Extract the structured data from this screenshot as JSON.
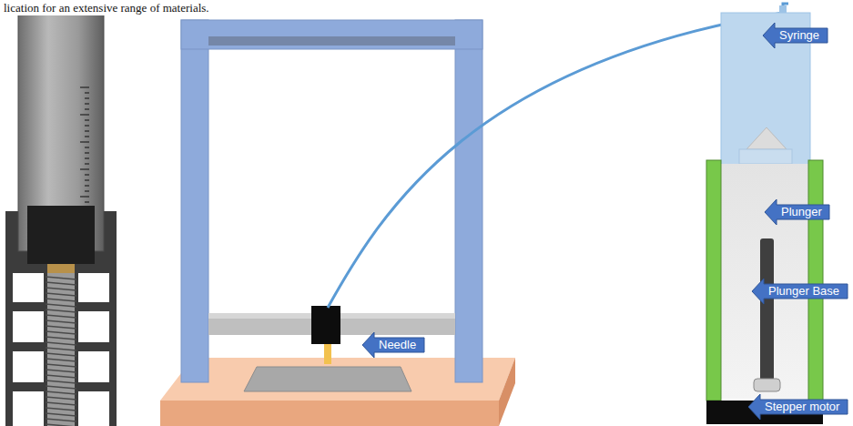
{
  "diagram": {
    "nodes": [
      {
        "text": [
          "Needle"
        ]
      },
      {
        "text": [
          "Syringe"
        ]
      },
      {
        "text": [
          "Plunger"
        ]
      },
      {
        "text": [
          "Plunger Base"
        ]
      },
      {
        "text": [
          "Stepper motor"
        ]
      }
    ],
    "labels": [
      "lication for an extensive range of materials."
    ]
  }
}
